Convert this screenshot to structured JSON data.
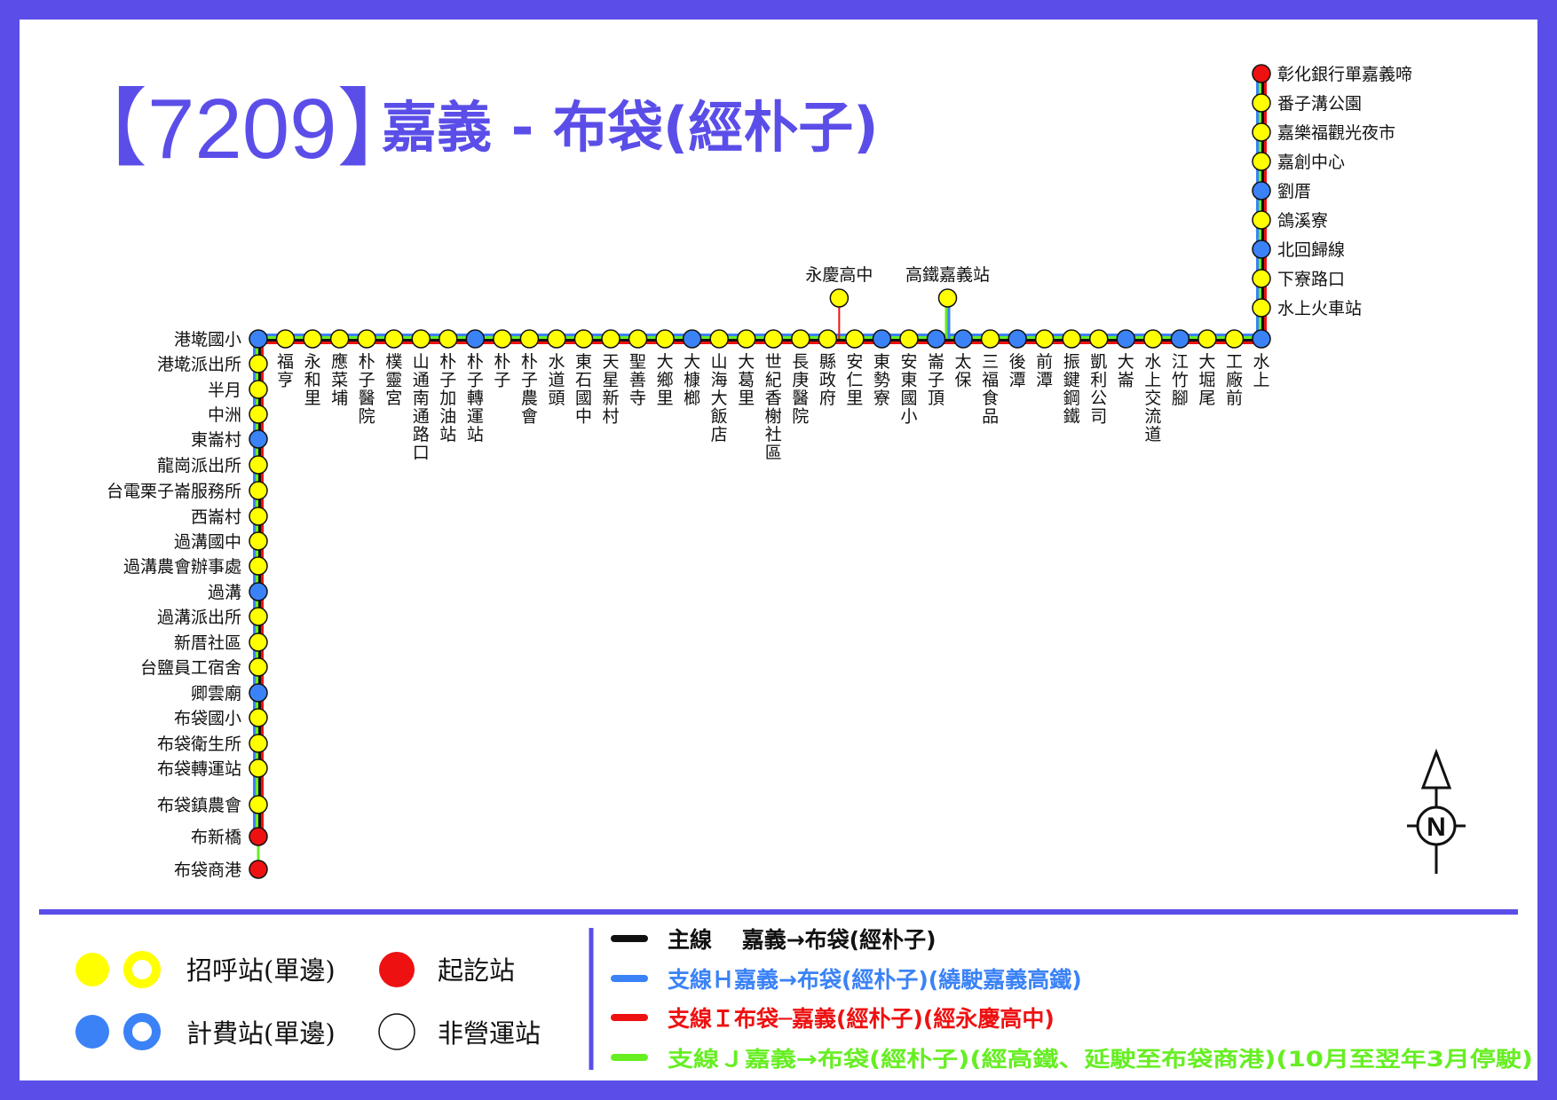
{
  "title": {
    "route_number": "【7209】",
    "route_name": "嘉義 - 布袋(經朴子)",
    "color": "#5b4ee8"
  },
  "colors": {
    "frame": "#5b4ee8",
    "yellow_stop": "#ffff00",
    "blue_stop": "#3b82f6",
    "red_stop": "#ee1111",
    "main_line": "#111111",
    "branch_h": "#3b82f6",
    "branch_i": "#ee1111",
    "branch_j": "#66ee22"
  },
  "stops": {
    "right_column": [
      {
        "name": "彰化銀行單嘉義啼",
        "type": "red"
      },
      {
        "name": "番子溝公園",
        "type": "yellow"
      },
      {
        "name": "嘉樂福觀光夜市",
        "type": "yellow"
      },
      {
        "name": "嘉創中心",
        "type": "yellow"
      },
      {
        "name": "劉厝",
        "type": "blue"
      },
      {
        "name": "鴿溪寮",
        "type": "yellow"
      },
      {
        "name": "北回歸線",
        "type": "blue"
      },
      {
        "name": "下寮路口",
        "type": "yellow"
      },
      {
        "name": "水上火車站",
        "type": "yellow"
      }
    ],
    "top_row": [
      {
        "name": "港墘國小",
        "type": "blue"
      },
      {
        "name": "福亨",
        "type": "yellow"
      },
      {
        "name": "永和里",
        "type": "yellow"
      },
      {
        "name": "應菜埔",
        "type": "yellow"
      },
      {
        "name": "朴子醫院",
        "type": "yellow"
      },
      {
        "name": "樸靈宮",
        "type": "yellow"
      },
      {
        "name": "山通南通路口",
        "type": "yellow"
      },
      {
        "name": "朴子加油站",
        "type": "yellow"
      },
      {
        "name": "朴子轉運站",
        "type": "blue"
      },
      {
        "name": "朴子",
        "type": "yellow"
      },
      {
        "name": "朴子農會",
        "type": "yellow"
      },
      {
        "name": "水道頭",
        "type": "yellow"
      },
      {
        "name": "東石國中",
        "type": "yellow"
      },
      {
        "name": "天星新村",
        "type": "yellow"
      },
      {
        "name": "聖善寺",
        "type": "yellow"
      },
      {
        "name": "大鄉里",
        "type": "yellow"
      },
      {
        "name": "大槺榔",
        "type": "blue"
      },
      {
        "name": "山海大飯店",
        "type": "yellow"
      },
      {
        "name": "大葛里",
        "type": "yellow"
      },
      {
        "name": "世紀香榭社區",
        "type": "yellow"
      },
      {
        "name": "長庚醫院",
        "type": "yellow"
      },
      {
        "name": "縣政府",
        "type": "yellow"
      },
      {
        "name": "安仁里",
        "type": "yellow"
      },
      {
        "name": "東勢寮",
        "type": "blue"
      },
      {
        "name": "安東國小",
        "type": "yellow"
      },
      {
        "name": "崙子頂",
        "type": "blue"
      },
      {
        "name": "太保",
        "type": "blue"
      },
      {
        "name": "三福食品",
        "type": "yellow"
      },
      {
        "name": "後潭",
        "type": "blue"
      },
      {
        "name": "前潭",
        "type": "yellow"
      },
      {
        "name": "振鍵鋼鐵",
        "type": "yellow"
      },
      {
        "name": "凱利公司",
        "type": "yellow"
      },
      {
        "name": "大崙",
        "type": "blue"
      },
      {
        "name": "水上交流道",
        "type": "yellow"
      },
      {
        "name": "江竹腳",
        "type": "blue"
      },
      {
        "name": "大堀尾",
        "type": "yellow"
      },
      {
        "name": "工廠前",
        "type": "yellow"
      },
      {
        "name": "水上",
        "type": "blue"
      }
    ],
    "branch_stops": [
      {
        "name": "永慶高中",
        "type": "yellow",
        "attached_to": "縣政府"
      },
      {
        "name": "高鐵嘉義站",
        "type": "yellow",
        "attached_to": "崙子頂"
      }
    ],
    "left_column": [
      {
        "name": "港墘派出所",
        "type": "yellow"
      },
      {
        "name": "半月",
        "type": "yellow"
      },
      {
        "name": "中洲",
        "type": "yellow"
      },
      {
        "name": "東崙村",
        "type": "blue"
      },
      {
        "name": "龍崗派出所",
        "type": "yellow"
      },
      {
        "name": "台電栗子崙服務所",
        "type": "yellow"
      },
      {
        "name": "西崙村",
        "type": "yellow"
      },
      {
        "name": "過溝國中",
        "type": "yellow"
      },
      {
        "name": "過溝農會辦事處",
        "type": "yellow"
      },
      {
        "name": "過溝",
        "type": "blue"
      },
      {
        "name": "過溝派出所",
        "type": "yellow"
      },
      {
        "name": "新厝社區",
        "type": "yellow"
      },
      {
        "name": "台鹽員工宿舍",
        "type": "yellow"
      },
      {
        "name": "卿雲廟",
        "type": "blue"
      },
      {
        "name": "布袋國小",
        "type": "yellow"
      },
      {
        "name": "布袋衛生所",
        "type": "yellow"
      },
      {
        "name": "布袋轉運站",
        "type": "yellow"
      },
      {
        "name": "布袋鎮農會",
        "type": "yellow"
      },
      {
        "name": "布新橋",
        "type": "red"
      },
      {
        "name": "布袋商港",
        "type": "red"
      }
    ]
  },
  "compass": {
    "label": "N"
  },
  "legend": {
    "stop_types": [
      {
        "label": "招呼站(單邊)",
        "icon": "yellow-stop-icon"
      },
      {
        "label": "起訖站",
        "icon": "red-stop-icon"
      },
      {
        "label": "計費站(單邊)",
        "icon": "blue-stop-icon"
      },
      {
        "label": "非營運站",
        "icon": "white-stop-icon"
      }
    ],
    "lines": [
      {
        "label": "主線　 嘉義→布袋(經朴子)",
        "color": "#111111"
      },
      {
        "label": "支線Ｈ嘉義→布袋(經朴子)(繞駛嘉義高鐵)",
        "color": "#3b82f6"
      },
      {
        "label": "支線Ｉ布袋─嘉義(經朴子)(經永慶高中)",
        "color": "#ee1111"
      },
      {
        "label": "支線Ｊ嘉義→布袋(經朴子)(經高鐵、延駛至布袋商港)(10月至翌年3月停駛)",
        "color": "#66ee22"
      }
    ]
  }
}
